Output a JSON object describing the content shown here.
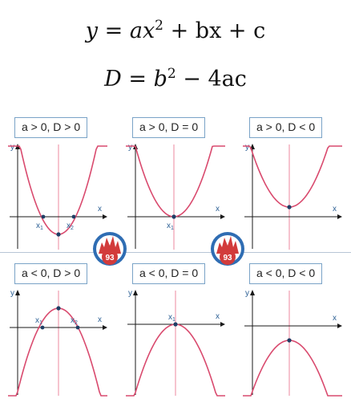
{
  "formulas": {
    "line1": {
      "y": "y",
      "eq": " = ",
      "a": "a",
      "x": "x",
      "sq": "2",
      "rest": " + bx + c"
    },
    "line2": {
      "D": "D",
      "eq": " = ",
      "b": "b",
      "sq": "2",
      "rest": " − 4ac"
    }
  },
  "axis_labels": {
    "x": "x",
    "y": "y"
  },
  "panels": [
    {
      "label": "a > 0, D > 0",
      "roots": [
        "x1",
        "x2"
      ]
    },
    {
      "label": "a > 0, D = 0",
      "roots": [
        "x1"
      ]
    },
    {
      "label": "a > 0, D < 0",
      "roots": []
    },
    {
      "label": "a < 0, D > 0",
      "roots": [
        "x1",
        "x2"
      ]
    },
    {
      "label": "a < 0, D = 0",
      "roots": [
        "x1"
      ]
    },
    {
      "label": "a < 0, D < 0",
      "roots": []
    }
  ],
  "logo": {
    "number": "93"
  },
  "colors": {
    "curve": "#d94a6e",
    "axis_line": "#f0a3b5",
    "axes": "#1a1a1a",
    "label_border": "#7aa3c7",
    "text": "#2b5f94",
    "point": "#1f3f66"
  }
}
